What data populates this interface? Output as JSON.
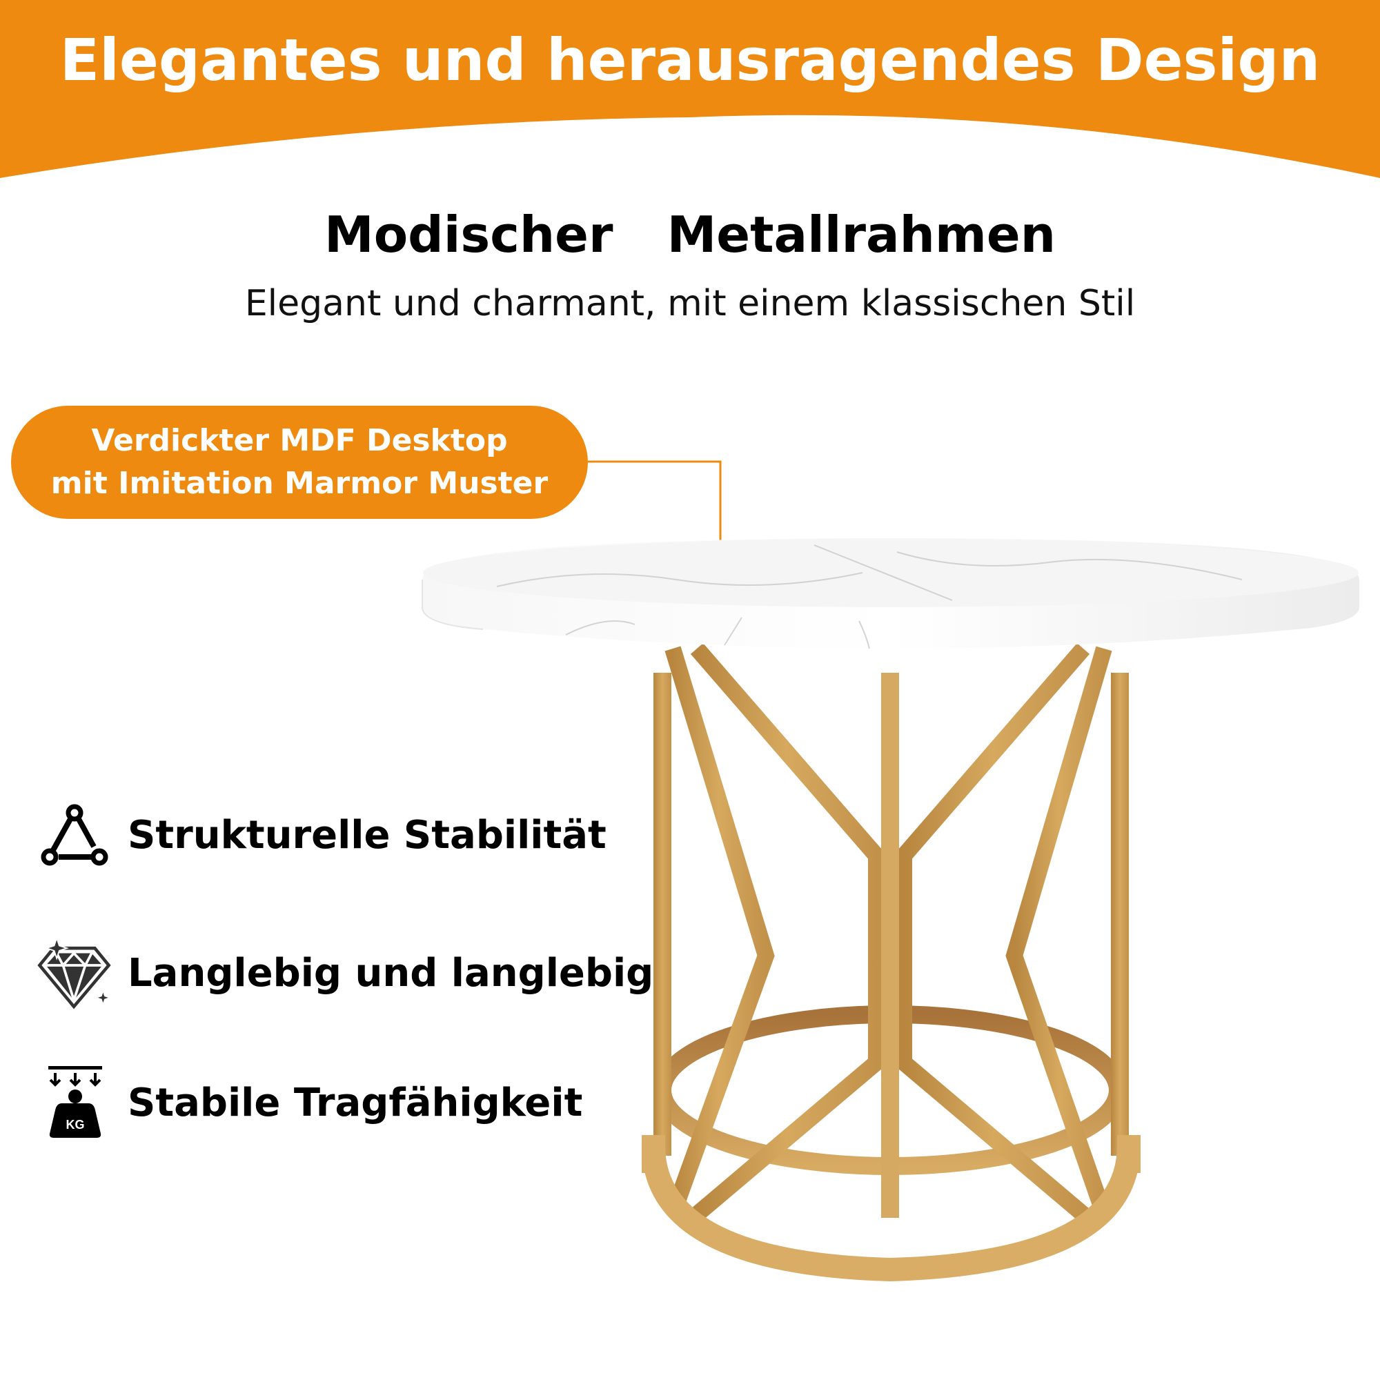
{
  "banner": {
    "title": "Elegantes und herausragendes Design",
    "color": "#ef8a11"
  },
  "section": {
    "title": "Modischer  Metallrahmen",
    "subtitle": "Elegant und charmant, mit einem klassischen Stil"
  },
  "callout": {
    "line1": "Verdickter MDF Desktop",
    "line2": "mit Imitation Marmor Muster",
    "color": "#ef8a11"
  },
  "product": {
    "name": "round-marble-table",
    "top_color": "#f4f4f4",
    "frame_color": "#d2a45c"
  },
  "features": [
    {
      "icon": "triangle-nodes-icon",
      "label": "Strukturelle Stabilität"
    },
    {
      "icon": "diamond-icon",
      "label": "Langlebig und langlebig"
    },
    {
      "icon": "kg-weight-icon",
      "label": "Stabile Tragfähigkeit",
      "icon_text": "KG"
    }
  ]
}
